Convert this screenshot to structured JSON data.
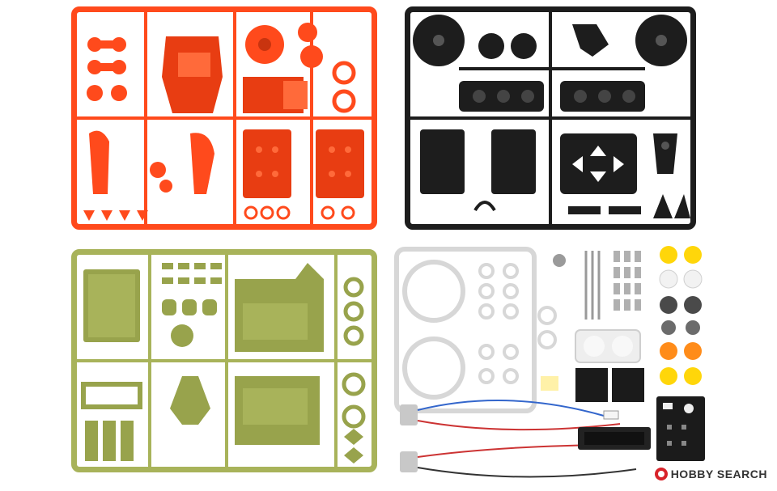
{
  "photo": {
    "subject": "robot-kit-plastic-parts-layout",
    "colors": {
      "red_sprue": "#ff4a1c",
      "black_sprue": "#1d1d1d",
      "green_sprue": "#a8b35a",
      "clear_sprue": "#d7d7d7",
      "yellow_gear": "#ffd60a",
      "orange_gear": "#ff8c1a",
      "white_gear": "#f2f2f2",
      "gray_gear": "#4a4a4a"
    }
  },
  "watermark": {
    "brand_part1": "H",
    "brand_text": "HOBBY SEARCH"
  }
}
